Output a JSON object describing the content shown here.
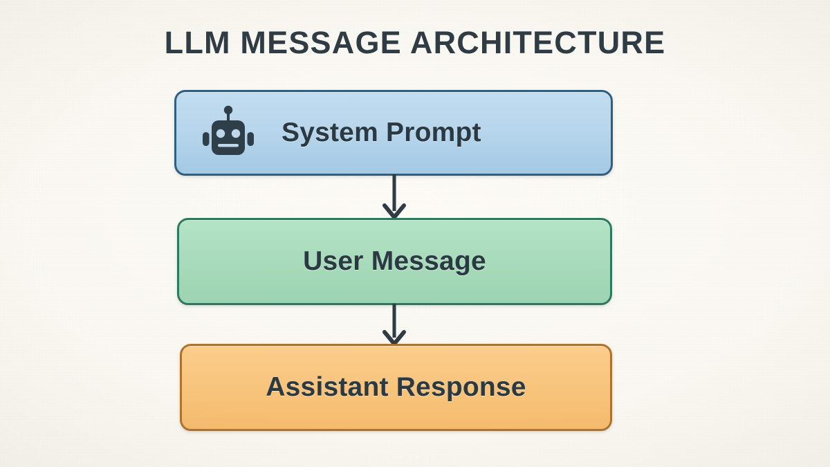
{
  "title": "LLM MESSAGE ARCHITECTURE",
  "background_color": "#faf8f2",
  "text_color": "#2b3a42",
  "nodes": [
    {
      "id": "system-prompt",
      "label": "System Prompt",
      "icon": "robot-icon",
      "fill_color": "#b8d6ec",
      "border_color": "#2f5e80"
    },
    {
      "id": "user-message",
      "label": "User Message",
      "icon": null,
      "fill_color": "#a9dcbc",
      "border_color": "#2b7a5f"
    },
    {
      "id": "assistant-response",
      "label": "Assistant Response",
      "icon": null,
      "fill_color": "#f8c57e",
      "border_color": "#b0712a"
    }
  ],
  "connectors": [
    {
      "id": "system-to-user",
      "from": "system-prompt",
      "to": "user-message",
      "style": "arrow-down",
      "color": "#2f3c44"
    },
    {
      "id": "user-to-assistant",
      "from": "user-message",
      "to": "assistant-response",
      "style": "arrow-down",
      "color": "#2f3c44"
    }
  ]
}
